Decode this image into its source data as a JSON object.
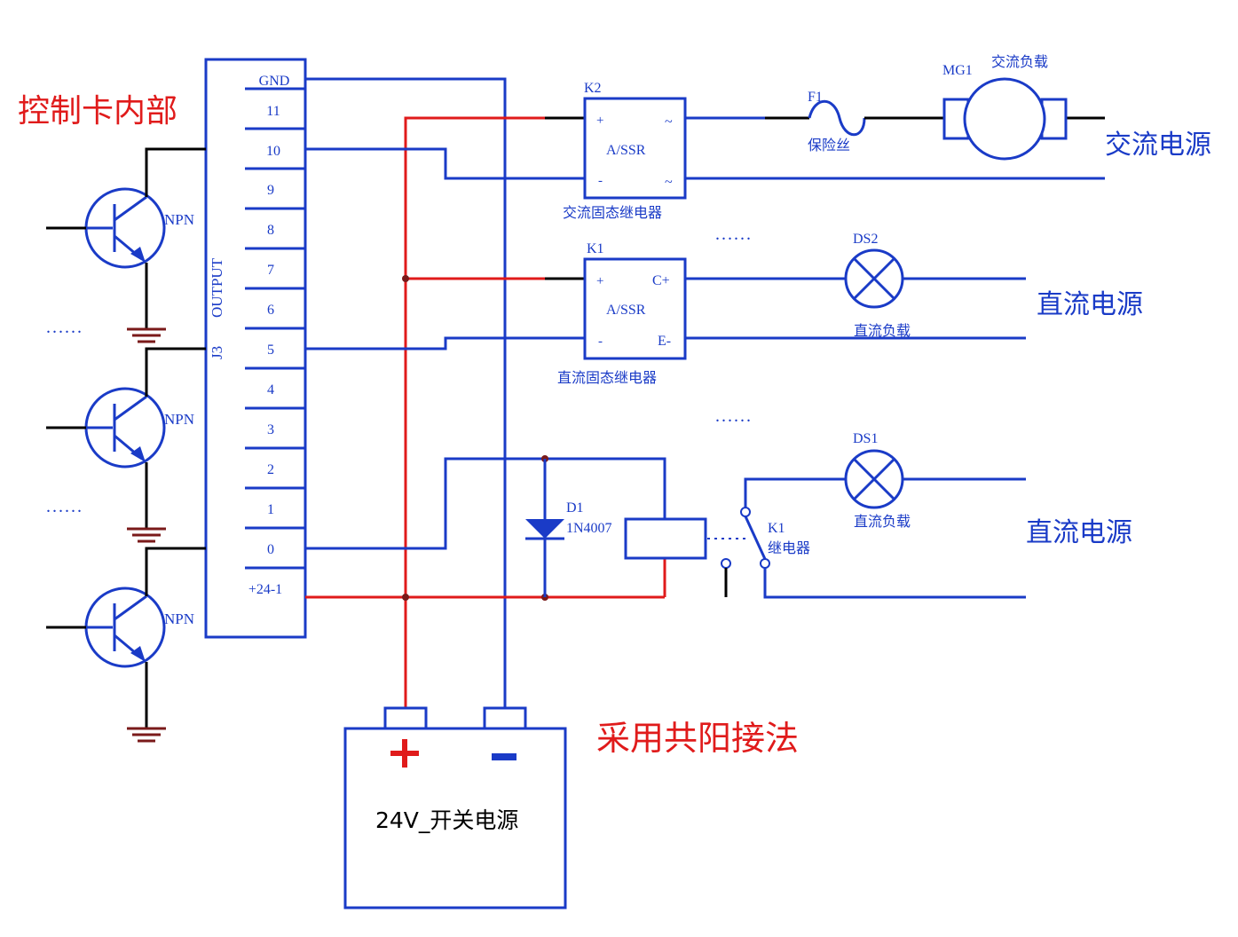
{
  "labels": {
    "card_internal": "控制卡内部",
    "common_anode": "采用共阳接法",
    "power_supply": "24V_开关电源",
    "power_plus": "+",
    "power_minus": "-",
    "ac_source": "交流电源",
    "dc_source_1": "直流电源",
    "dc_source_2": "直流电源",
    "npn": "NPN",
    "dots": "......"
  },
  "connector": {
    "name": "J3",
    "type": "OUTPUT",
    "pins": [
      "GND",
      "11",
      "10",
      "9",
      "8",
      "7",
      "6",
      "5",
      "4",
      "3",
      "2",
      "1",
      "0",
      "+24-1"
    ]
  },
  "k2": {
    "ref": "K2",
    "body": "A/SSR",
    "plus": "+",
    "minus": "-",
    "tilde1": "~",
    "tilde2": "~",
    "desc": "交流固态继电器"
  },
  "k1_ssr": {
    "ref": "K1",
    "body": "A/SSR",
    "plus": "+",
    "minus": "-",
    "c_plus": "C+",
    "e_minus": "E-",
    "desc": "直流固态继电器"
  },
  "fuse": {
    "ref": "F1",
    "desc": "保险丝"
  },
  "motor": {
    "ref": "MG1",
    "desc": "交流负载"
  },
  "ds2": {
    "ref": "DS2",
    "desc": "直流负载"
  },
  "ds1": {
    "ref": "DS1",
    "desc": "直流负载"
  },
  "diode": {
    "ref": "D1",
    "part": "1N4007"
  },
  "relay": {
    "ref": "K1",
    "desc": "继电器"
  }
}
